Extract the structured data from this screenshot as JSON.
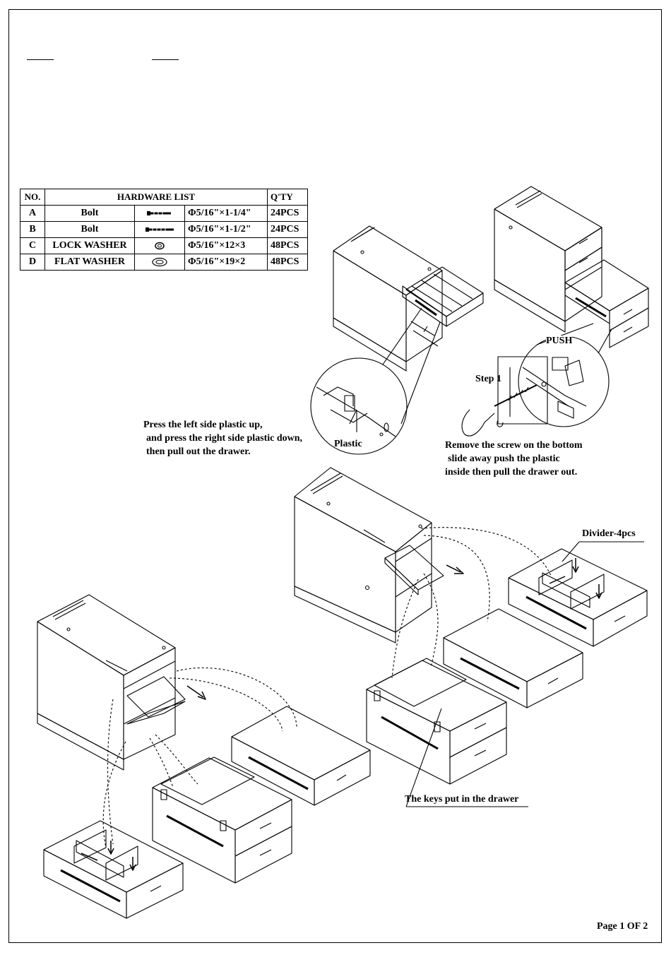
{
  "hardware_list": {
    "headers": {
      "no": "NO.",
      "title": "HARDWARE  LIST",
      "qty": "Q'TY"
    },
    "rows": [
      {
        "no": "A",
        "name": "Bolt",
        "icon": "bolt-short-icon",
        "size": "Φ5/16\"×1-1/4\"",
        "qty": "24PCS"
      },
      {
        "no": "B",
        "name": "Bolt",
        "icon": "bolt-long-icon",
        "size": "Φ5/16\"×1-1/2\"",
        "qty": "24PCS"
      },
      {
        "no": "C",
        "name": "LOCK WASHER",
        "icon": "lock-washer-icon",
        "size": "Φ5/16\"×12×3",
        "qty": "48PCS"
      },
      {
        "no": "D",
        "name": "FLAT WASHER",
        "icon": "flat-washer-icon",
        "size": "Φ5/16\"×19×2",
        "qty": "48PCS"
      }
    ]
  },
  "instructions": {
    "left_note": [
      "Press the left side plastic up,",
      "and press the right side plastic down,",
      "then pull out the drawer."
    ],
    "plastic_label": "Plastic",
    "push_label": "PUSH",
    "step_label": "Step 1",
    "right_note": [
      "Remove the screw on the bottom",
      "slide away push the plastic",
      "inside then pull the drawer out."
    ],
    "divider_label": "Divider-4pcs",
    "keys_label": "The keys put in the drawer"
  },
  "footer": {
    "page": "Page 1 OF 2"
  }
}
